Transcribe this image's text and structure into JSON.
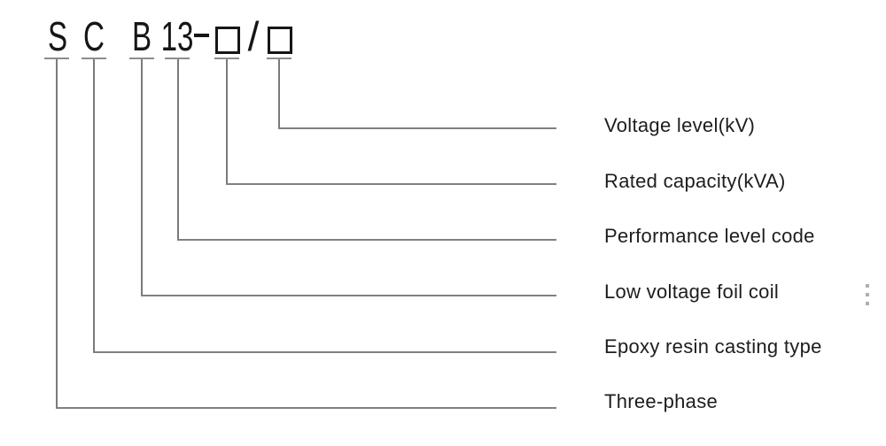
{
  "title": {
    "full_code": "SCB13-□/□"
  },
  "separators": {
    "hyphen": "-",
    "slash": "/"
  },
  "segments": [
    {
      "code": "S",
      "meaning": "Three-phase"
    },
    {
      "code": "C",
      "meaning": "Epoxy resin casting type"
    },
    {
      "code": "B",
      "meaning": "Low voltage foil coil"
    },
    {
      "code": "13",
      "meaning": "Performance level code"
    },
    {
      "code": "□",
      "meaning": "Rated capacity(kVA)"
    },
    {
      "code": "□",
      "meaning": "Voltage level(kV)"
    }
  ],
  "colors": {
    "background": "#ffffff",
    "line": "#7c7a78",
    "text": "#161616"
  }
}
